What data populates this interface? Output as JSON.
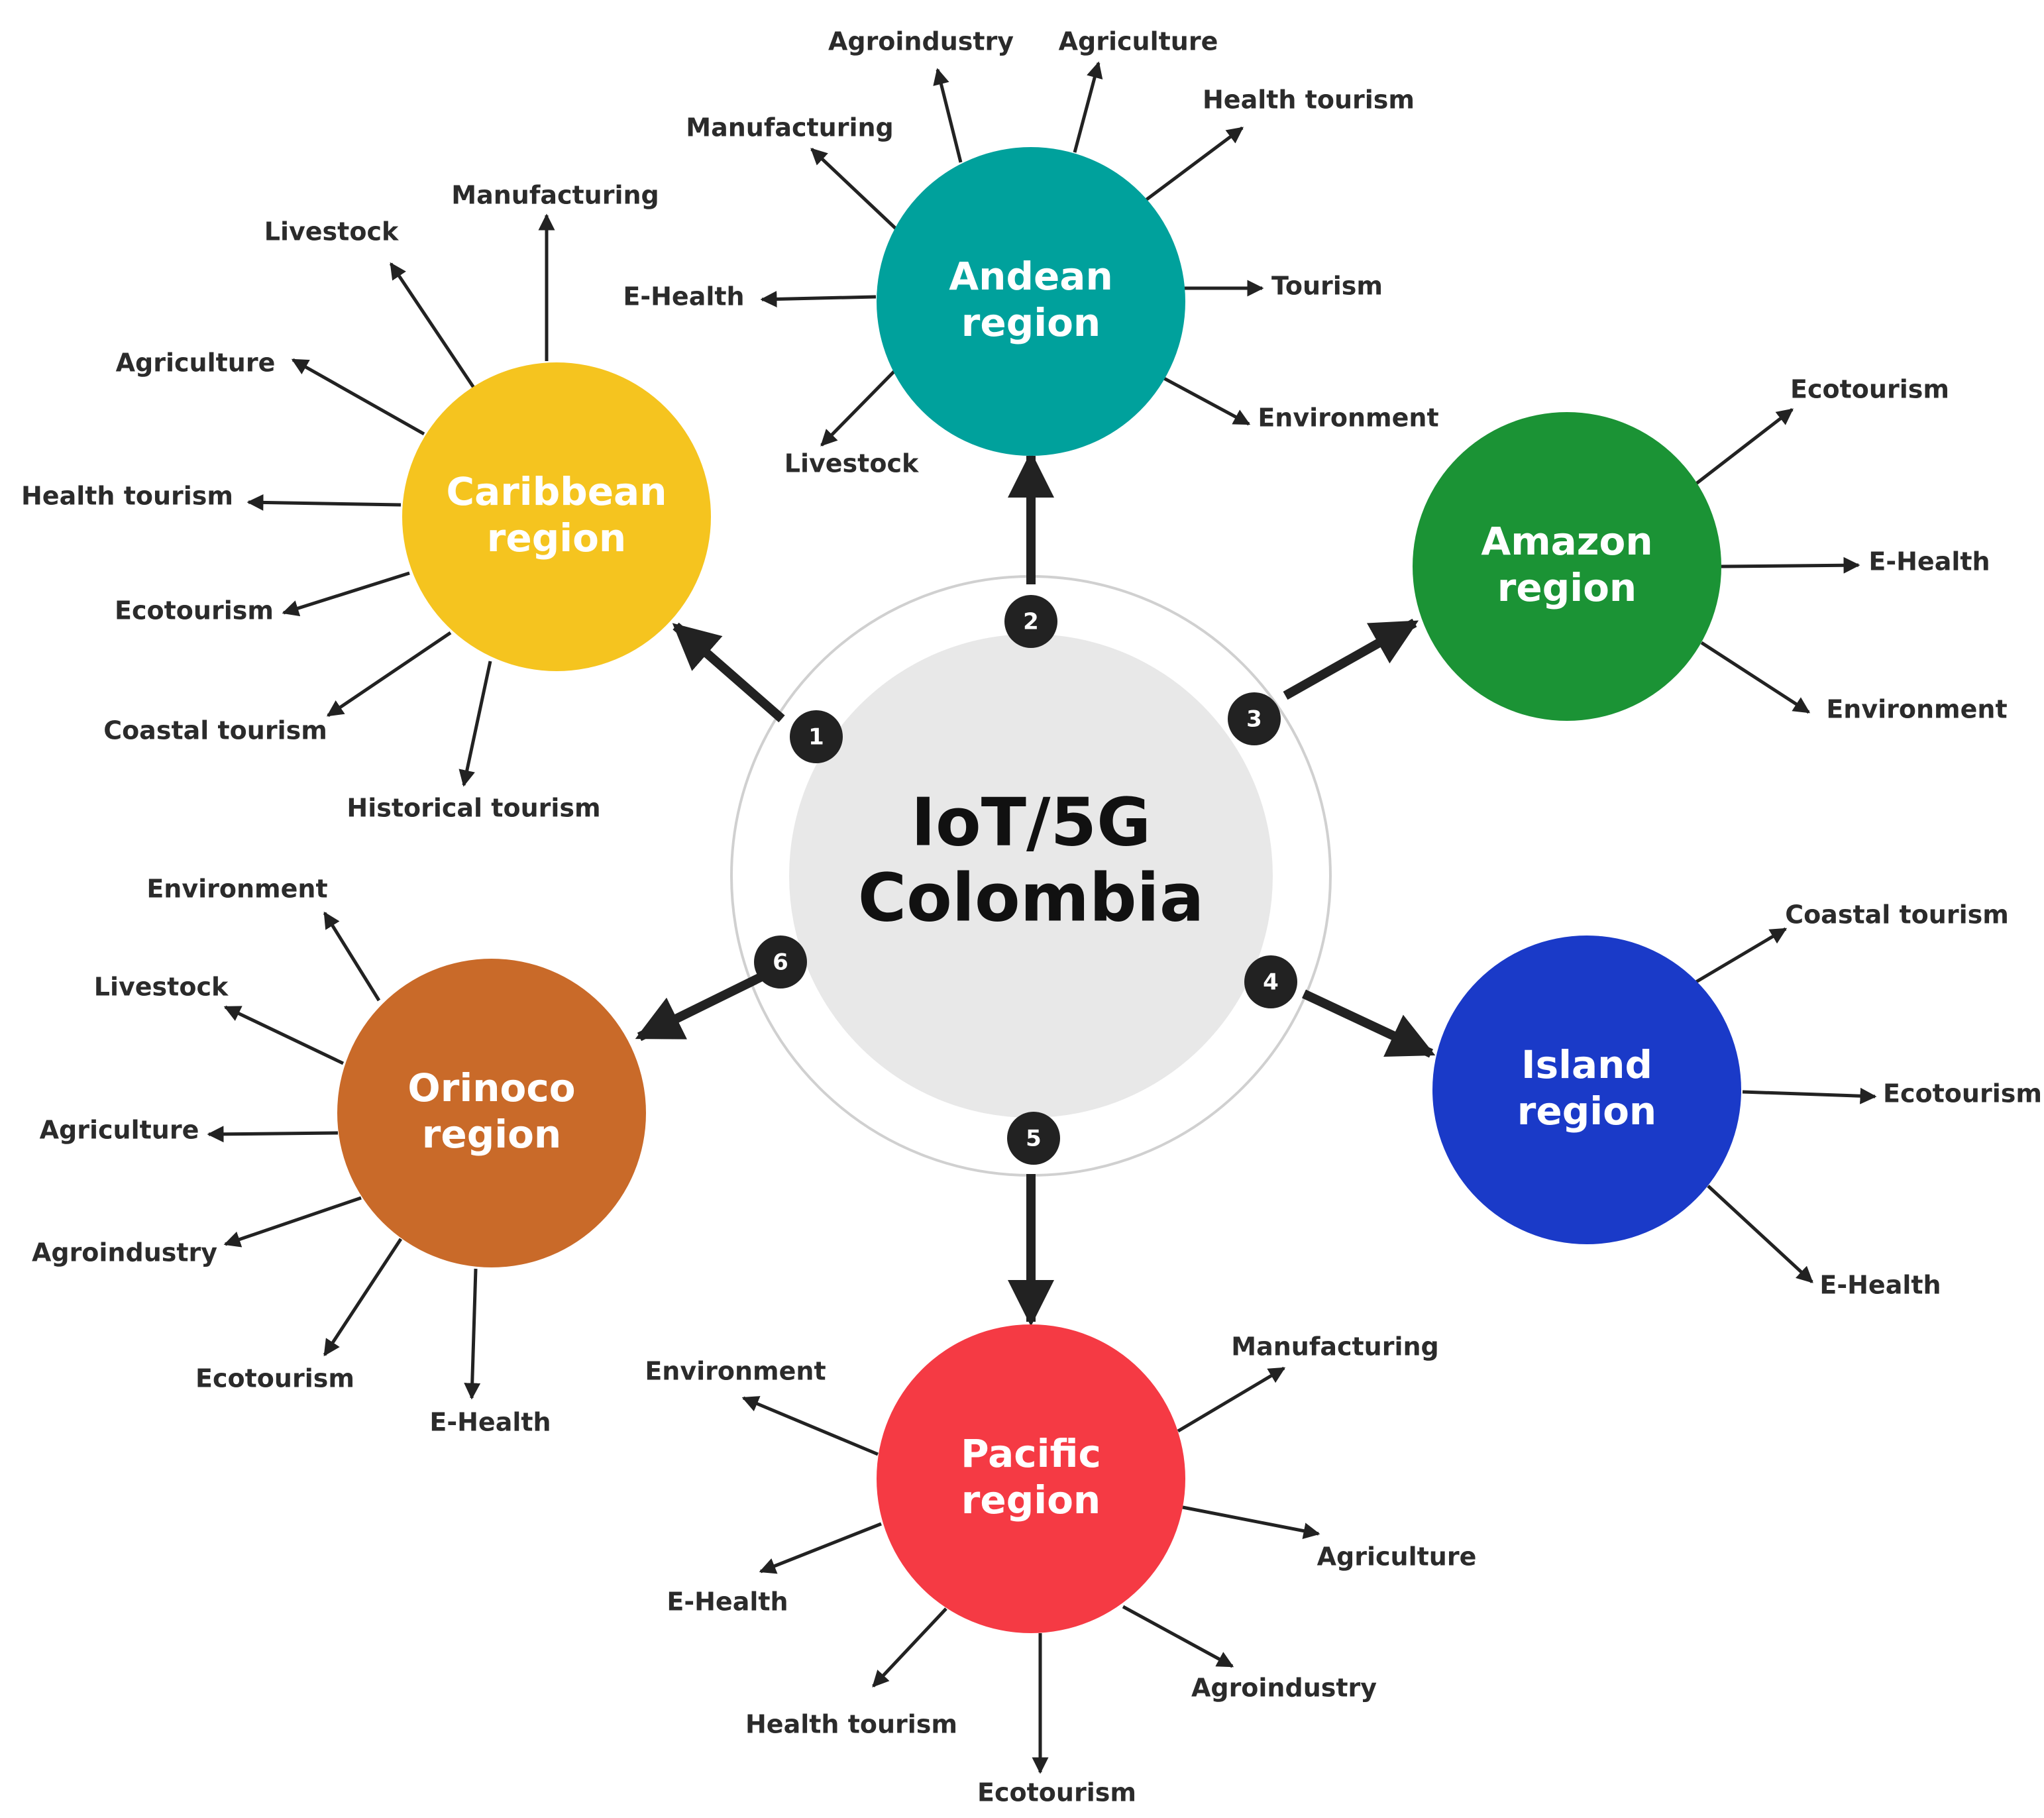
{
  "hub": {
    "line1": "IoT/5G",
    "line2": "Colombia"
  },
  "colors": {
    "hub_fill": "#e8e8e8",
    "hub_ring": "#d0d0d0",
    "arrow": "#222222",
    "badge": "#222222",
    "caribbean": "#f5c41f",
    "andean": "#00a19c",
    "amazon": "#1b9335",
    "island": "#1a3ac8",
    "pacific": "#f53a44",
    "orinoco": "#c96a29"
  },
  "regions": [
    {
      "id": "caribbean",
      "number": "1",
      "line1": "Caribbean",
      "line2": "region",
      "sectors": [
        "Manufacturing",
        "Livestock",
        "Agriculture",
        "Health tourism",
        "Ecotourism",
        "Coastal tourism",
        "Historical tourism"
      ]
    },
    {
      "id": "andean",
      "number": "2",
      "line1": "Andean",
      "line2": "region",
      "sectors": [
        "Agroindustry",
        "Agriculture",
        "Health tourism",
        "Tourism",
        "Environment",
        "Livestock",
        "E-Health",
        "Manufacturing"
      ]
    },
    {
      "id": "amazon",
      "number": "3",
      "line1": "Amazon",
      "line2": "region",
      "sectors": [
        "Ecotourism",
        "E-Health",
        "Environment"
      ]
    },
    {
      "id": "island",
      "number": "4",
      "line1": "Island",
      "line2": "region",
      "sectors": [
        "Coastal tourism",
        "Ecotourism",
        "E-Health"
      ]
    },
    {
      "id": "pacific",
      "number": "5",
      "line1": "Pacific",
      "line2": "region",
      "sectors": [
        "Manufacturing",
        "Agriculture",
        "Agroindustry",
        "Ecotourism",
        "Health tourism",
        "E-Health",
        "Environment"
      ]
    },
    {
      "id": "orinoco",
      "number": "6",
      "line1": "Orinoco",
      "line2": "region",
      "sectors": [
        "Environment",
        "Livestock",
        "Agriculture",
        "Agroindustry",
        "Ecotourism",
        "E-Health"
      ]
    }
  ]
}
